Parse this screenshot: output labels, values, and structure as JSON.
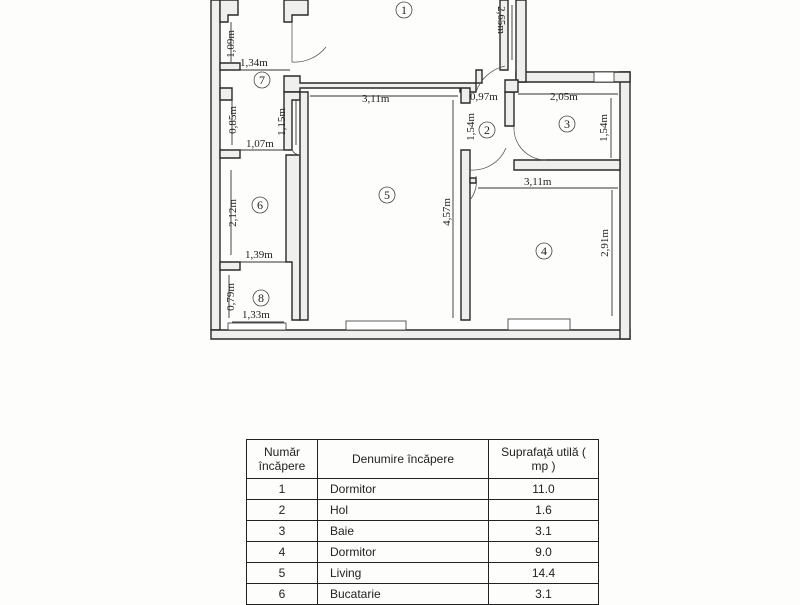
{
  "plan": {
    "rooms": [
      {
        "id": "1"
      },
      {
        "id": "2"
      },
      {
        "id": "3"
      },
      {
        "id": "4"
      },
      {
        "id": "5"
      },
      {
        "id": "6"
      },
      {
        "id": "7"
      },
      {
        "id": "8"
      }
    ],
    "dimensions": [
      "1,09m",
      "1,34m",
      "0,85m",
      "1,07m",
      "2,12m",
      "1,39m",
      "0,79m",
      "1,33m",
      "3,11m",
      "1,15m",
      "4,57m",
      "2,65m",
      "0,97m",
      "1,54m",
      "2,05m",
      "1,54m",
      "3,11m",
      "2,91m"
    ]
  },
  "table": {
    "headers": {
      "number": "Număr încăpere",
      "name": "Denumire încăpere",
      "area": "Suprafaţă utilă ( mp )"
    },
    "rows": [
      {
        "num": "1",
        "name": "Dormitor",
        "area": "11.0"
      },
      {
        "num": "2",
        "name": "Hol",
        "area": "1.6"
      },
      {
        "num": "3",
        "name": "Baie",
        "area": "3.1"
      },
      {
        "num": "4",
        "name": "Dormitor",
        "area": "9.0"
      },
      {
        "num": "5",
        "name": "Living",
        "area": "14.4"
      },
      {
        "num": "6",
        "name": "Bucatarie",
        "area": "3.1"
      }
    ]
  }
}
